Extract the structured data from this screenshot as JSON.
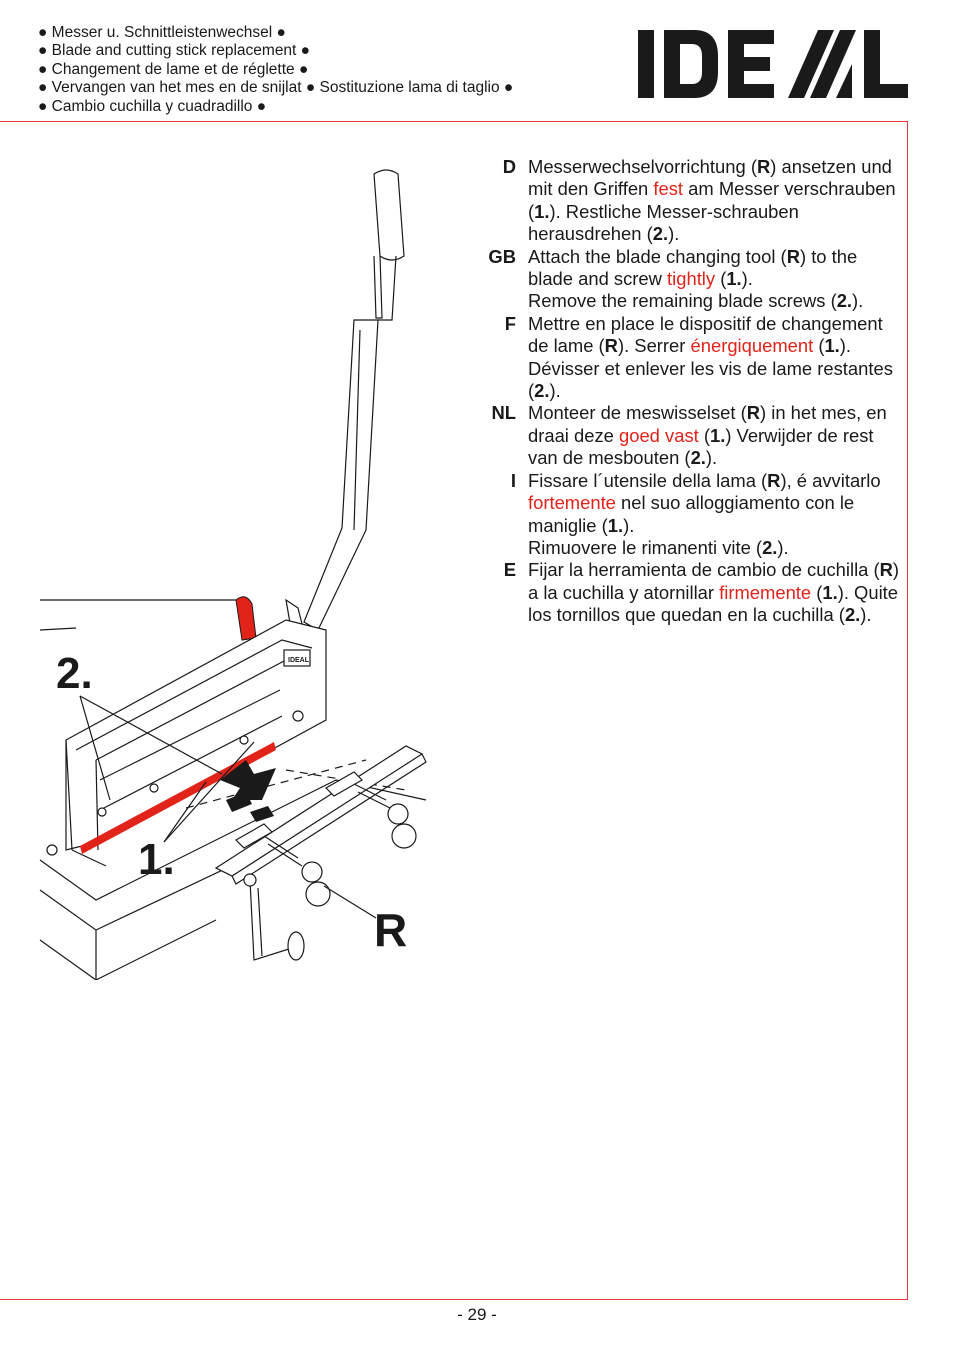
{
  "header": {
    "lines": [
      "● Messer u. Schnittleistenwechsel ●",
      "● Blade and cutting stick replacement ●",
      "● Changement de lame et de réglette ●",
      "● Vervangen van het mes en de snijlat ● Sostituzione lama di taglio ●",
      "● Cambio cuchilla y cuadradillo ●"
    ]
  },
  "logo": {
    "text": "IDEAL",
    "color": "#1a1a1a",
    "accent": "#e2231a"
  },
  "figure": {
    "label_2": "2.",
    "label_1": "1.",
    "label_r": "R",
    "plate_text": "IDEAL"
  },
  "instructions": [
    {
      "code": "D",
      "parts": [
        {
          "t": "Messerwechselvorrichtung (",
          "s": "n"
        },
        {
          "t": "R",
          "s": "b"
        },
        {
          "t": ") ansetzen und mit den Griffen ",
          "s": "n"
        },
        {
          "t": "fest",
          "s": "r"
        },
        {
          "t": " am Messer verschrauben (",
          "s": "n"
        },
        {
          "t": "1.",
          "s": "b"
        },
        {
          "t": "). Restliche Messer-schrauben herausdrehen (",
          "s": "n"
        },
        {
          "t": "2.",
          "s": "b"
        },
        {
          "t": ").",
          "s": "n"
        }
      ]
    },
    {
      "code": "GB",
      "parts": [
        {
          "t": "Attach the blade changing tool (",
          "s": "n"
        },
        {
          "t": "R",
          "s": "b"
        },
        {
          "t": ") to the blade and screw ",
          "s": "n"
        },
        {
          "t": "tightly",
          "s": "r"
        },
        {
          "t": " (",
          "s": "n"
        },
        {
          "t": "1.",
          "s": "b"
        },
        {
          "t": ").",
          "s": "n"
        },
        {
          "t": "Remove the remaining blade screws (",
          "s": "nl"
        },
        {
          "t": "2.",
          "s": "b"
        },
        {
          "t": ").",
          "s": "n"
        }
      ]
    },
    {
      "code": "F",
      "parts": [
        {
          "t": "Mettre en place le dispositif de changement de lame (",
          "s": "n"
        },
        {
          "t": "R",
          "s": "b"
        },
        {
          "t": "). Serrer ",
          "s": "n"
        },
        {
          "t": "énergiquement",
          "s": "r"
        },
        {
          "t": " (",
          "s": "n"
        },
        {
          "t": "1.",
          "s": "b"
        },
        {
          "t": "). Dévisser et enlever les vis de lame restantes (",
          "s": "n"
        },
        {
          "t": "2.",
          "s": "b"
        },
        {
          "t": ").",
          "s": "n"
        }
      ]
    },
    {
      "code": "NL",
      "parts": [
        {
          "t": "Monteer de meswisselset (",
          "s": "n"
        },
        {
          "t": "R",
          "s": "b"
        },
        {
          "t": ") in het mes, en draai deze ",
          "s": "n"
        },
        {
          "t": "goed vast",
          "s": "r"
        },
        {
          "t": " (",
          "s": "n"
        },
        {
          "t": "1.",
          "s": "b"
        },
        {
          "t": ") Verwijder de rest van de mesbouten (",
          "s": "n"
        },
        {
          "t": "2.",
          "s": "b"
        },
        {
          "t": ").",
          "s": "n"
        }
      ]
    },
    {
      "code": "I",
      "parts": [
        {
          "t": "Fissare l´utensile della lama (",
          "s": "n"
        },
        {
          "t": "R",
          "s": "b"
        },
        {
          "t": "), é avvitarlo ",
          "s": "n"
        },
        {
          "t": "fortemente",
          "s": "r"
        },
        {
          "t": " nel suo alloggiamento con le maniglie (",
          "s": "n"
        },
        {
          "t": "1.",
          "s": "b"
        },
        {
          "t": ").",
          "s": "n"
        },
        {
          "t": "Rimuovere le rimanenti vite (",
          "s": "nl"
        },
        {
          "t": "2.",
          "s": "b"
        },
        {
          "t": ").",
          "s": "n"
        }
      ]
    },
    {
      "code": "E",
      "parts": [
        {
          "t": "Fijar la herramienta de cambio de cuchilla  (",
          "s": "n"
        },
        {
          "t": "R",
          "s": "b"
        },
        {
          "t": ") a la cuchilla y atornillar ",
          "s": "n"
        },
        {
          "t": "firmemente",
          "s": "r"
        },
        {
          "t": " (",
          "s": "n"
        },
        {
          "t": "1.",
          "s": "b"
        },
        {
          "t": "). Quite los tornillos que quedan en la cuchilla (",
          "s": "n"
        },
        {
          "t": "2.",
          "s": "b"
        },
        {
          "t": ").",
          "s": "n"
        }
      ]
    }
  ],
  "footer": {
    "page_number": "- 29 -"
  }
}
